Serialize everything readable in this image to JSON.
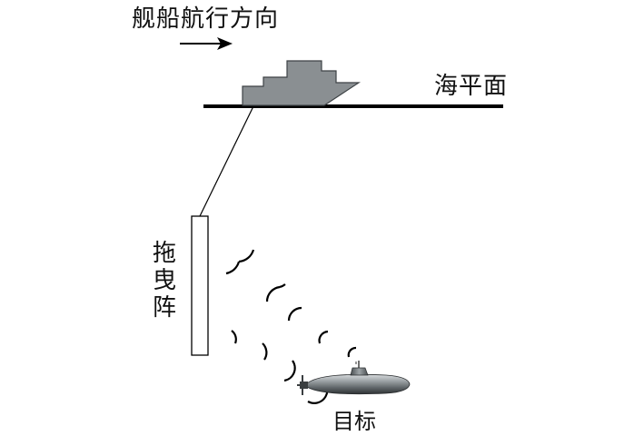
{
  "labels": {
    "heading": "舰船航行方向",
    "sea_level": "海平面",
    "towed_array": "拖曳阵",
    "target": "目标"
  },
  "colors": {
    "ink": "#111111",
    "ship_fill": "#8a8f92",
    "submarine_body": "#555b5e",
    "wave": "#000000"
  },
  "icons": {
    "direction": "right-arrow-icon",
    "ship": "ship-icon",
    "submarine": "submarine-icon"
  }
}
